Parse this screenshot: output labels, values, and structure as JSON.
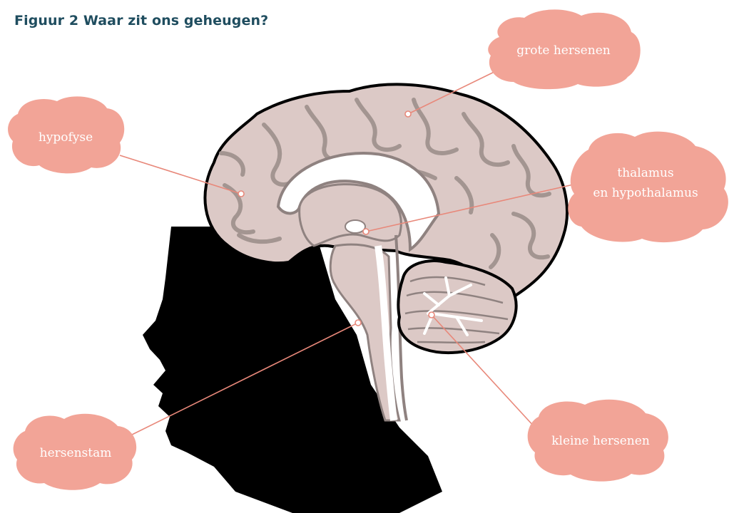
{
  "figure": {
    "title": "Figuur 2  Waar zit ons geheugen?"
  },
  "labels": {
    "grote_hersenen": "grote hersenen",
    "hypofyse": "hypofyse",
    "thalamus_line1": "thalamus",
    "thalamus_line2": "en hypothalamus",
    "hersenstam": "hersenstam",
    "kleine_hersenen": "kleine hersenen"
  },
  "colors": {
    "title": "#1f4d5f",
    "cloud_fill": "#f2a497",
    "connector": "#e8887a",
    "brain_fill": "#dcc9c6",
    "brain_groove": "#a39591",
    "head_silhouette": "#000000"
  }
}
